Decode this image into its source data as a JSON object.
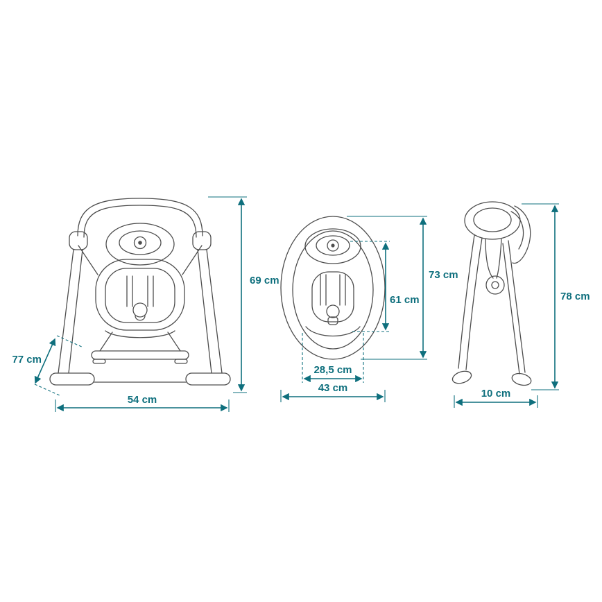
{
  "diagram": {
    "colors": {
      "dimension_accent": "#0e6f7d",
      "line_art": "#4d4d4d",
      "background": "#ffffff"
    },
    "views": {
      "front": {
        "dims": {
          "height": "69 cm",
          "depth": "77 cm",
          "width": "54 cm"
        }
      },
      "top": {
        "dims": {
          "outer_length": "73 cm",
          "inner_length": "61 cm",
          "inner_width": "28,5 cm",
          "outer_width": "43 cm"
        }
      },
      "folded": {
        "dims": {
          "height": "78 cm",
          "width": "10 cm"
        }
      }
    }
  }
}
